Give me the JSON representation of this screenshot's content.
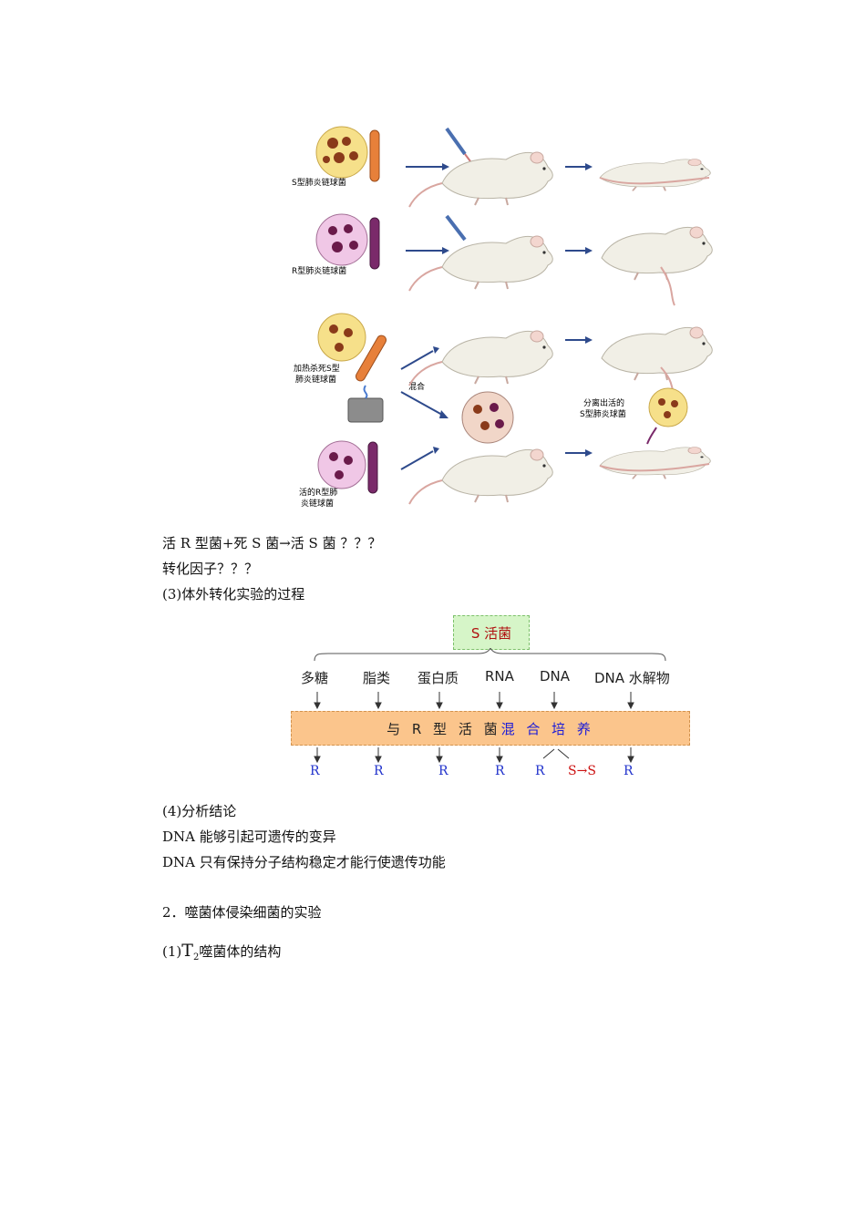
{
  "figure": {
    "labels": {
      "s_bacteria": "S型肺炎链球菌",
      "r_bacteria": "R型肺炎链球菌",
      "heat_killed_l1": "加热杀死S型",
      "heat_killed_l2": "肺炎链球菌",
      "mix": "混合",
      "isolate_l1": "分离出活的",
      "isolate_l2": "S型肺炎球菌",
      "live_r_l1": "活的R型肺",
      "live_r_l2": "炎链球菌"
    }
  },
  "text": {
    "line1": "活 R 型菌+死 S 菌→活 S 菌 ？？？",
    "line2": "转化因子？？？",
    "line3": "(3)体外转化实验的过程",
    "line4": "(4)分析结论",
    "line5": "DNA 能够引起可遗传的变异",
    "line6": "DNA 只有保持分子结构稳定才能行使遗传功能",
    "line7": "2．噬菌体侵染细菌的实验",
    "line8_prefix": "(1)",
    "line8_t": "T",
    "line8_sub": "2",
    "line8_suffix": "噬菌体的结构"
  },
  "flow": {
    "top": "S 活菌",
    "components": [
      "多糖",
      "脂类",
      "蛋白质",
      "RNA",
      "DNA",
      "DNA 水解物"
    ],
    "mix_part1": "与 R 型 活 菌",
    "mix_part2": "混 合 培 养",
    "results": [
      "R",
      "R",
      "R",
      "R",
      "R",
      "S→S",
      "R"
    ]
  },
  "colors": {
    "s_box_fill": "#d6f5c8",
    "mix_fill": "#fbc58c",
    "result_blue": "#2233cc",
    "result_red": "#cc1111"
  }
}
